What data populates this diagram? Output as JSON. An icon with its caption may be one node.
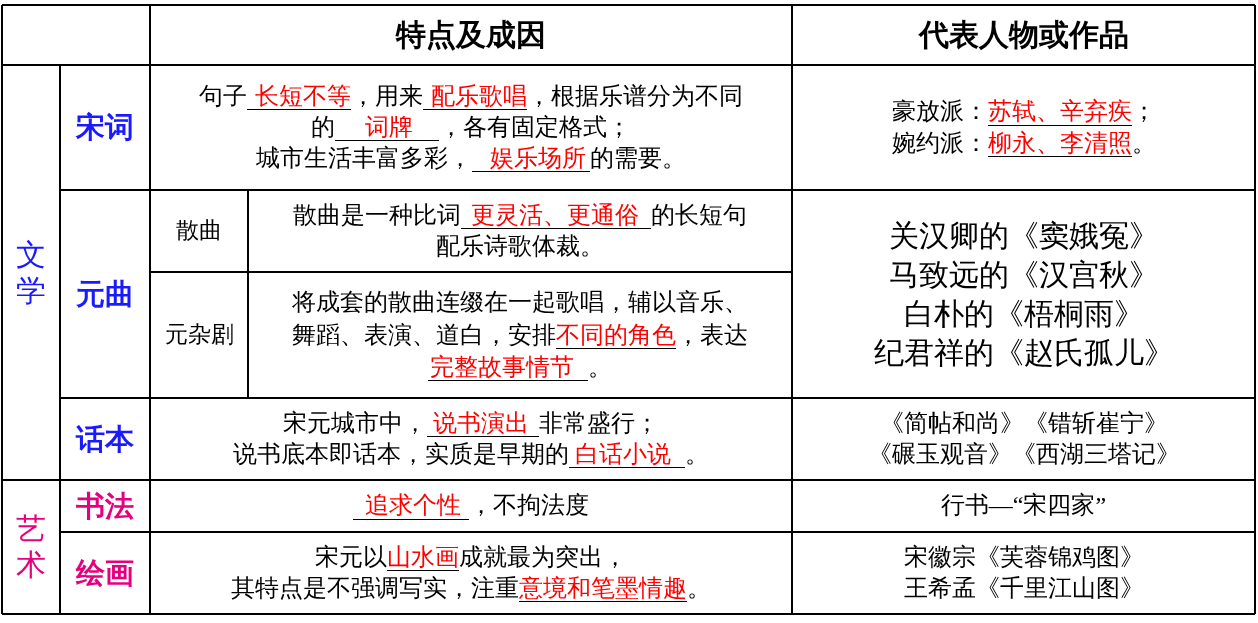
{
  "diagram": {
    "labels": [
      "特点及成因",
      "代表人物或作品",
      "文学",
      "宋词",
      "句子",
      "长短不等",
      "，用来",
      "配乐歌唱",
      "，根据乐谱分为不同",
      "的",
      "词牌",
      "，各有固定格式；",
      "城市生活丰富多彩，",
      "娱乐场所",
      "的需要。",
      "豪放派：",
      "苏轼、辛弃疾",
      "；",
      "婉约派：",
      "柳永、李清照",
      "。",
      "元曲",
      "散曲",
      "散曲是一种比词",
      "更灵活、更通俗",
      "的长短句",
      "配乐诗歌体裁。",
      "关汉卿的《窦娥冤》",
      "马致远的《汉宫秋》",
      "白朴的《梧桐雨》",
      "纪君祥的《赵氏孤儿》",
      "元杂剧",
      "将成套的散曲连缀在一起歌唱，辅以音乐、",
      "舞蹈、表演、道白，安排",
      "不同的角色",
      "，表达",
      "完整故事情节",
      "。",
      "话本",
      "宋元城市中，",
      "说书演出",
      "非常盛行；",
      "说书底本即话本，实质是早期的",
      "白话小说",
      "。",
      "《简帖和尚》《错斩崔宁》",
      "《碾玉观音》《西湖三塔记》",
      "艺术",
      "书法",
      "追求个性",
      "，不拘法度",
      "行书—“宋四家”",
      "绘画",
      "宋元以",
      "山水画",
      "成就最为突出，",
      "其特点是不强调写实，注重",
      "意境和笔墨情趣",
      "。",
      "宋徽宗《芙蓉锦鸡图》",
      "王希孟《千里江山图》"
    ]
  }
}
